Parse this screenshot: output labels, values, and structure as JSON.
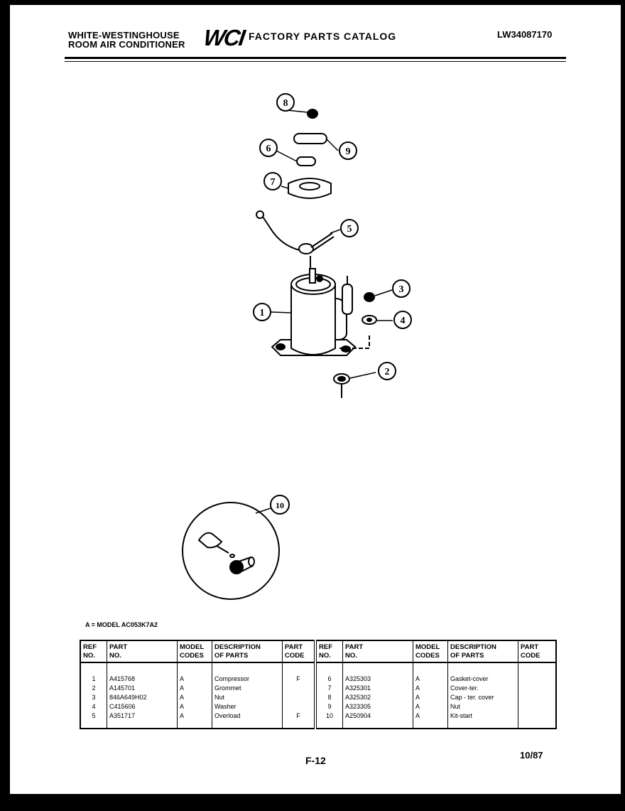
{
  "header": {
    "left_line1": "WHITE-WESTINGHOUSE",
    "left_line2": "ROOM AIR CONDITIONER",
    "logo": "WCI",
    "title": "FACTORY PARTS CATALOG",
    "catalog_code": "LW34087170"
  },
  "callouts": [
    "1",
    "2",
    "3",
    "4",
    "5",
    "6",
    "7",
    "8",
    "9",
    "10"
  ],
  "model_note": "A = MODEL AC053K7A2",
  "table": {
    "headers": {
      "ref": [
        "REF",
        "NO."
      ],
      "part": [
        "PART",
        "NO."
      ],
      "model": [
        "MODEL",
        "CODES"
      ],
      "desc": [
        "DESCRIPTION",
        "OF PARTS"
      ],
      "code": [
        "PART",
        "CODE"
      ]
    },
    "rows": [
      {
        "l": {
          "ref": "1",
          "part": "A415768",
          "model": "A",
          "desc": "Compressor",
          "code": "F"
        },
        "r": {
          "ref": "6",
          "part": "A325303",
          "model": "A",
          "desc": "Gasket-cover",
          "code": ""
        }
      },
      {
        "l": {
          "ref": "2",
          "part": "A145701",
          "model": "A",
          "desc": "Grommet",
          "code": ""
        },
        "r": {
          "ref": "7",
          "part": "A325301",
          "model": "A",
          "desc": "Cover-ter.",
          "code": ""
        }
      },
      {
        "l": {
          "ref": "3",
          "part": "846A649H02",
          "model": "A",
          "desc": "Nut",
          "code": ""
        },
        "r": {
          "ref": "8",
          "part": "A325302",
          "model": "A",
          "desc": "Cap - ter. cover",
          "code": ""
        }
      },
      {
        "l": {
          "ref": "4",
          "part": "C415606",
          "model": "A",
          "desc": "Washer",
          "code": ""
        },
        "r": {
          "ref": "9",
          "part": "A323305",
          "model": "A",
          "desc": "Nut",
          "code": ""
        }
      },
      {
        "l": {
          "ref": "5",
          "part": "A351717",
          "model": "A",
          "desc": "Overload",
          "code": "F"
        },
        "r": {
          "ref": "10",
          "part": "A250904",
          "model": "A",
          "desc": "Kit-start",
          "code": ""
        }
      }
    ]
  },
  "footer": {
    "page": "F-12",
    "date": "10/87"
  }
}
